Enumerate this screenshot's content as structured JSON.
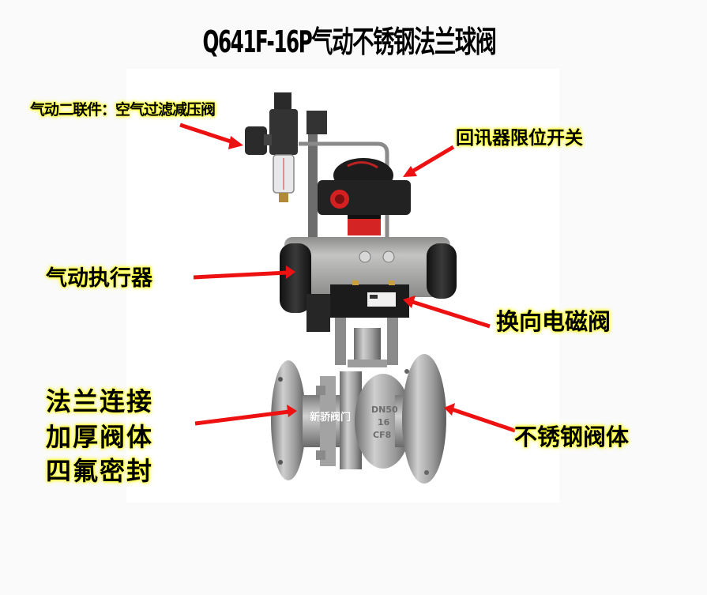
{
  "title": "Q641F-16P气动不锈钢法兰球阀",
  "labels": {
    "air_unit": "气动二联件：空气过滤减压阀",
    "limit_switch": "回讯器限位开关",
    "actuator": "气动执行器",
    "solenoid": "换向电磁阀",
    "flange_lines": [
      "法兰连接",
      "加厚阀体",
      "四氟密封"
    ],
    "body": "不锈钢阀体"
  },
  "body_markings": {
    "line1": "DN50",
    "line2": "16",
    "line3": "CF8"
  },
  "watermark": "新骄阀门",
  "colors": {
    "arrow": "#ee1111",
    "label_glow": "#ffff30",
    "background": "#fafafa",
    "photo_background": "#ffffff",
    "steel": "#9a9a9a",
    "actuator_gray": "#a9aaa8",
    "black_part": "#1e1e1e",
    "red_part": "#d41f1f"
  }
}
